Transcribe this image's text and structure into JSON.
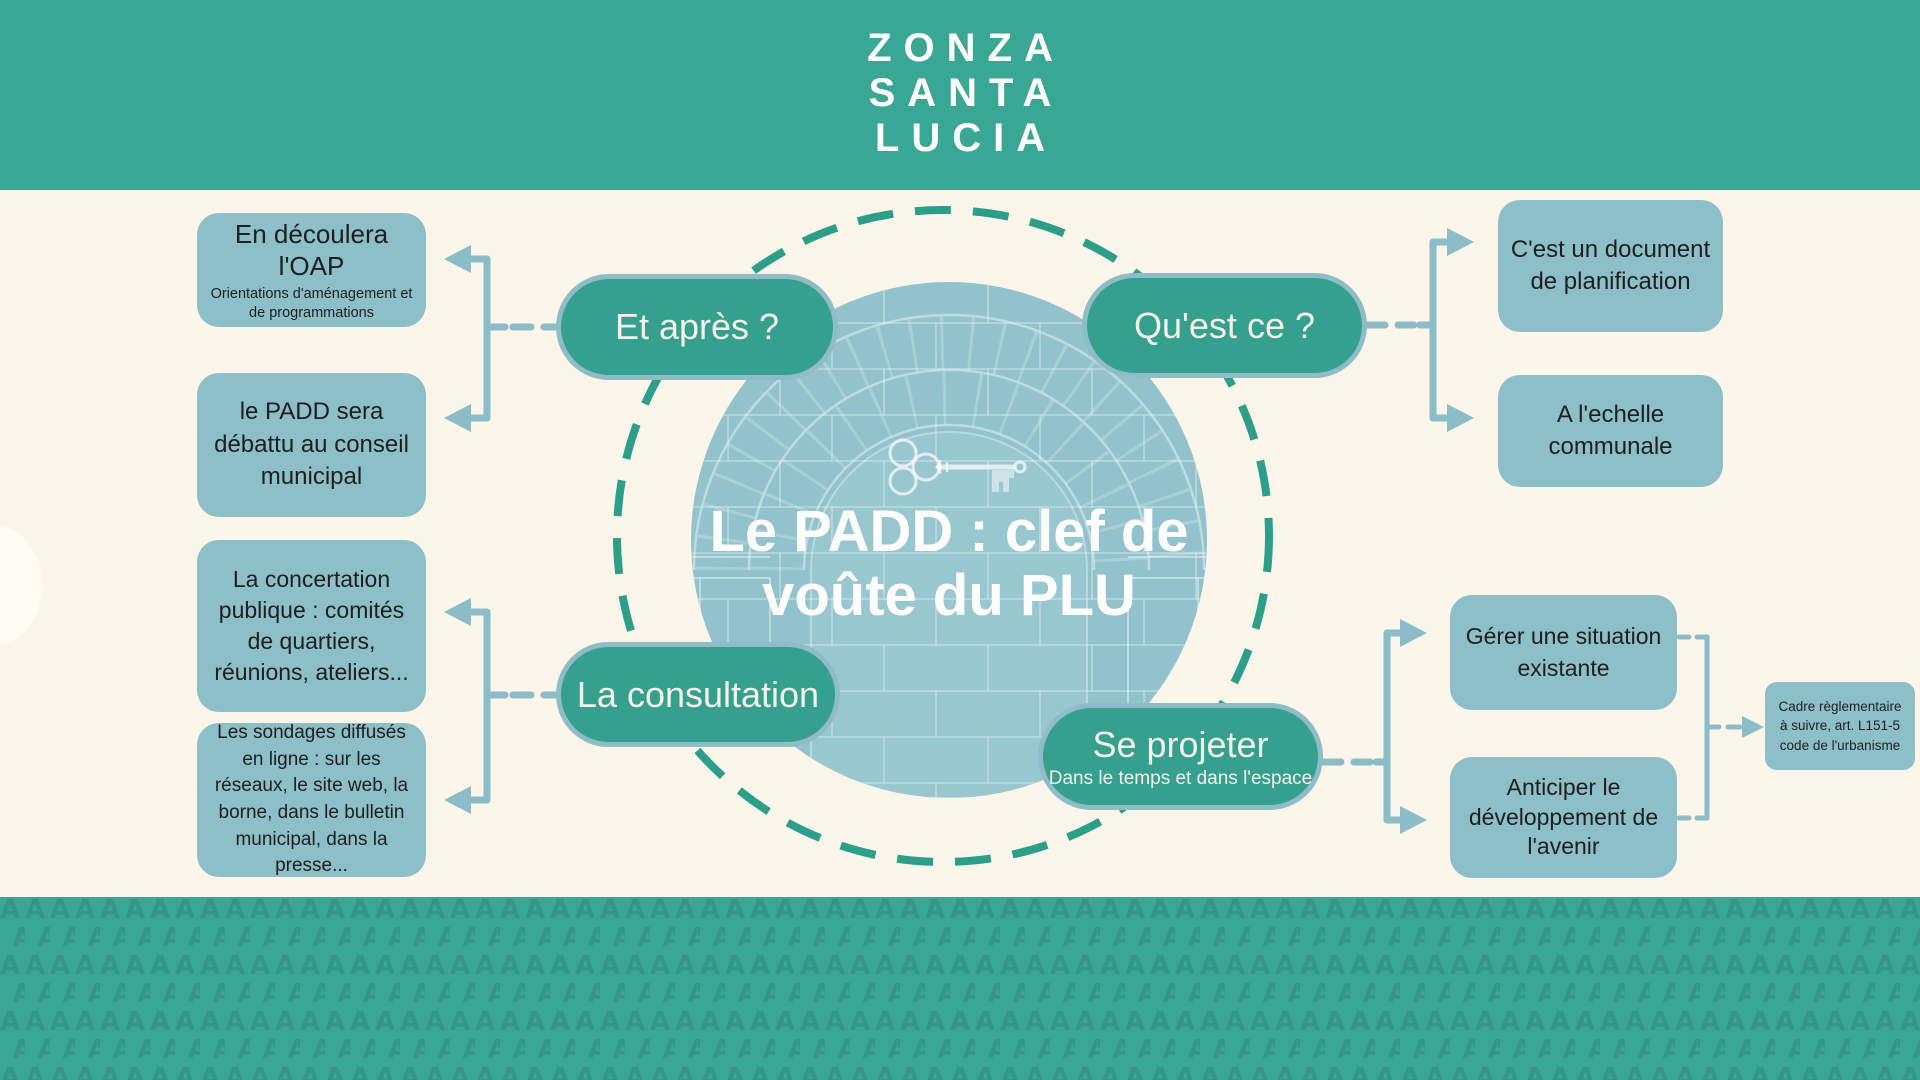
{
  "header": {
    "logo_lines": [
      "ZONZA",
      "SANTA",
      "LUCIA"
    ]
  },
  "central": {
    "title": "Le PADD : clef de voûte du PLU"
  },
  "pills": [
    {
      "label": "Et après ?"
    },
    {
      "label": "Qu'est ce ?"
    },
    {
      "label": "La consultation"
    },
    {
      "label": "Se projeter",
      "subtitle": "Dans le temps et dans l'espace"
    }
  ],
  "boxes": [
    {
      "text": "En découlera l'OAP",
      "subtext": "Orientations d'aménagement et de programmations"
    },
    {
      "text": "le PADD sera débattu au conseil municipal"
    },
    {
      "text": "La concertation publique : comités de quartiers, réunions, ateliers..."
    },
    {
      "text": "Les sondages diffusés en ligne : sur les réseaux, le site web, la borne, dans le bulletin municipal, dans la presse..."
    },
    {
      "text": "C'est un document de planification"
    },
    {
      "text": "A l'echelle communale"
    },
    {
      "text": "Gérer une situation existante"
    },
    {
      "text": "Anticiper le développement de l'avenir"
    },
    {
      "text": "Cadre règlementaire à suivre, art. L151-5 code de l'urbanisme"
    }
  ],
  "colors": {
    "teal_band": "#3AA694",
    "pill_teal": "#35A08D",
    "light_blue": "#8DBFC9",
    "cream_background": "#FBF5EA",
    "circle_blue": "#92C3CC",
    "dashed_circle_teal": "#2D9E88",
    "text_dark": "#1E1E1E"
  }
}
